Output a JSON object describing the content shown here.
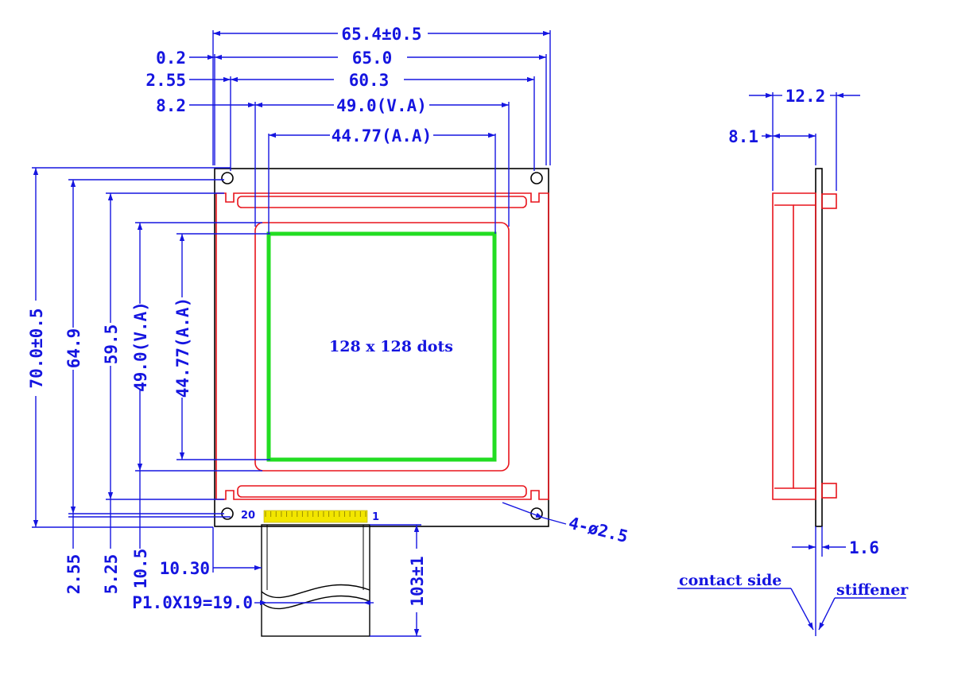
{
  "colors": {
    "dimension": "#1515e0",
    "outline": "#000000",
    "bezel": "#e8141c",
    "active_area": "#22dd22",
    "connector": "#f2e600"
  },
  "front_view": {
    "horizontal_dims": {
      "overall_tol": "65.4±0.5",
      "pcb_width": "65.0",
      "left_offset_1": "0.2",
      "hole_pitch": "60.3",
      "left_offset_2": "2.55",
      "viewing_area": "49.0(V.A)",
      "left_offset_3": "8.2",
      "active_area": "44.77(A.A)"
    },
    "vertical_dims": {
      "overall_tol": "70.0±0.5",
      "pcb_height": "64.9",
      "hole_pitch": "59.5",
      "viewing_area": "49.0(V.A)",
      "active_area": "44.77(A.A)"
    },
    "bottom_offsets": {
      "offset_1": "2.55",
      "offset_2": "5.25",
      "offset_3": "10.5"
    },
    "resolution_label": "128 x 128 dots",
    "holes_note": "4-ø2.5",
    "pin_20": "20",
    "pin_1": "1",
    "fpc": {
      "offset": "10.30",
      "pitch": "P1.0X19=19.0",
      "length": "103±1"
    }
  },
  "side_view": {
    "total_thickness": "12.2",
    "module_thickness": "8.1",
    "stiffener_thickness": "1.6",
    "contact_side_label": "contact side",
    "stiffener_label": "stiffener"
  }
}
